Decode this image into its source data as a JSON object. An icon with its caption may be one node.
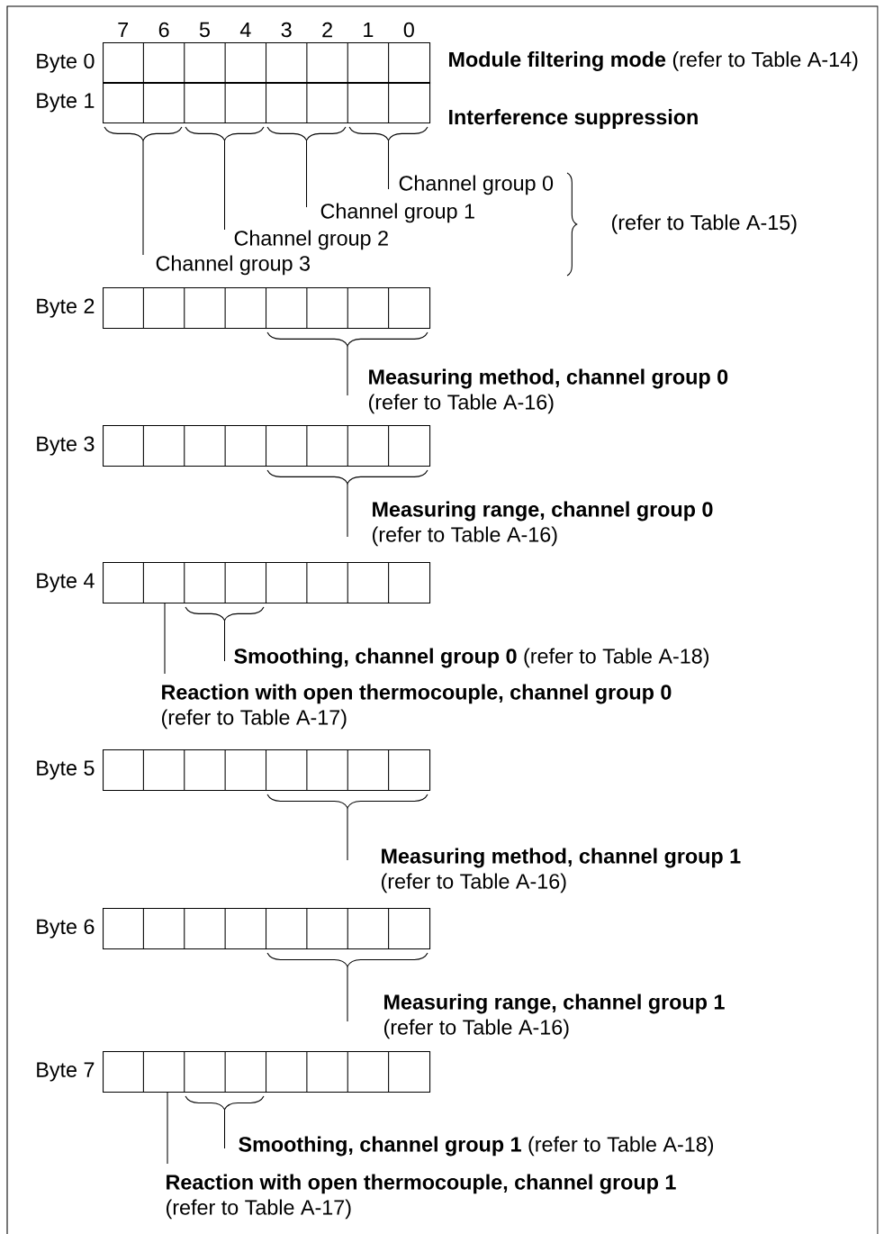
{
  "diagram": {
    "nodes": [
      {
        "text": [
          "Byte 0"
        ]
      },
      {
        "text": [
          "Byte 1"
        ]
      },
      {
        "text": [
          "Channel group 0"
        ]
      },
      {
        "text": [
          "Channel group 1"
        ]
      },
      {
        "text": [
          "Channel group 2"
        ]
      },
      {
        "text": [
          "Channel group 3"
        ]
      },
      {
        "text": [
          "Byte 2"
        ]
      },
      {
        "text": [
          "Measuring method, channel group 0",
          "(refer to Table A-16)"
        ]
      },
      {
        "text": [
          "Byte 3"
        ]
      },
      {
        "text": [
          "Measuring range, channel group 0",
          "(refer to Table A-16)"
        ]
      },
      {
        "text": [
          "Byte 4"
        ]
      },
      {
        "text": [
          "**Smoothing, channel group 0** (refer to Table A-18)"
        ]
      },
      {
        "text": [
          "Reaction with open thermocouple, channel group 0",
          "(refer to Table A-17)"
        ]
      },
      {
        "text": [
          "Byte 5"
        ]
      },
      {
        "text": [
          "Measuring method, channel group 1",
          "(refer to Table A-16)"
        ]
      },
      {
        "text": [
          "Byte 6"
        ]
      },
      {
        "text": [
          "Measuring range, channel group 1",
          "(refer to Table A-16)"
        ]
      },
      {
        "text": [
          "Byte 7"
        ]
      },
      {
        "text": [
          "**Smoothing, channel group 1** (refer to Table A-18)"
        ]
      },
      {
        "text": [
          "Reaction with open thermocouple, channel group 1",
          "(refer to Table A-17)"
        ]
      }
    ],
    "edges": [
      {
        "from": 2,
        "to": 1,
        "arrow": "none"
      },
      {
        "from": 3,
        "to": 1,
        "arrow": "none"
      },
      {
        "from": 4,
        "to": 1,
        "arrow": "none"
      },
      {
        "from": 5,
        "to": 1,
        "arrow": "none"
      },
      {
        "from": 7,
        "to": 6,
        "arrow": "none"
      },
      {
        "from": 9,
        "to": 8,
        "arrow": "none"
      },
      {
        "from": 11,
        "to": 10,
        "arrow": "none"
      },
      {
        "from": 12,
        "to": 10,
        "arrow": "none"
      },
      {
        "from": 14,
        "to": 13,
        "arrow": "none"
      },
      {
        "from": 16,
        "to": 15,
        "arrow": "none"
      },
      {
        "from": 18,
        "to": 17,
        "arrow": "none"
      },
      {
        "from": 19,
        "to": 17,
        "arrow": "none"
      }
    ],
    "labels": [
      "7",
      "6",
      "5",
      "4",
      "3",
      "2",
      "1",
      "0",
      "**Module filtering mode** (refer to Table A-14)",
      "Interference suppression",
      "(refer to Table A-15)"
    ]
  }
}
